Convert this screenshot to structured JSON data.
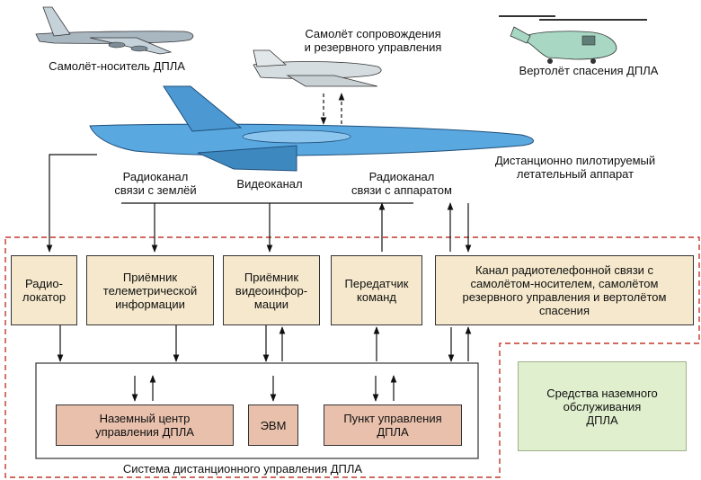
{
  "labels": {
    "carrier": "Самолёт-носитель ДПЛА",
    "escort": "Самолёт сопровождения\nи резервного управления",
    "helicopter": "Вертолёт спасения ДПЛА",
    "rpv": "Дистанционно  пилотируемый\nлетательный аппарат",
    "radio_ground": "Радиоканал\nсвязи с землёй",
    "video": "Видеоканал",
    "radio_craft": "Радиоканал\nсвязи с аппаратом",
    "system": "Система дистанционного управления ДПЛА"
  },
  "blocks": {
    "radar": "Радио-\nлокатор",
    "telemetry": "Приёмник\nтелеметрической\nинформации",
    "video_rx": "Приёмник\nвидеоинфор-\nмации",
    "cmd_tx": "Передатчик\nкоманд",
    "radiophone": "Канал радиотелефонной связи с\nсамолётом-носителем, самолётом\nрезервного управления и вертолётом\nспасения",
    "ground_center": "Наземный центр\nуправления ДПЛА",
    "computer": "ЭВМ",
    "control_point": "Пункт управления\nДПЛА",
    "ground_service": "Средства наземного\nобслуживания\nДПЛА"
  },
  "colors": {
    "block_fill": "#f5e8cc",
    "inner_fill": "#e8c0ac",
    "service_fill": "#e0efce",
    "dash_border": "#c0392b",
    "aircraft_blue": "#5aa8e0",
    "aircraft_grey": "#b8c4c8",
    "helicopter_green": "#a8d8c4"
  },
  "icons": [
    "bomber-aircraft-icon",
    "escort-aircraft-icon",
    "rescue-helicopter-icon",
    "rpv-aircraft-icon"
  ]
}
